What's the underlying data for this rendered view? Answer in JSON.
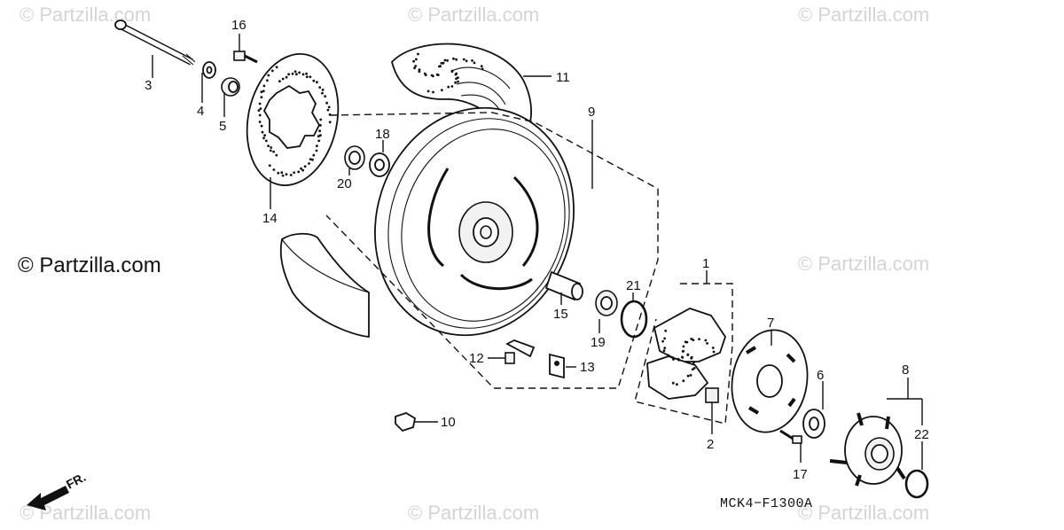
{
  "watermarks": {
    "main": "© Partzilla.com",
    "faint": "© Partzilla.com"
  },
  "diagram_code": "MCK4−F1300A",
  "direction_label": "FR.",
  "callouts": {
    "c1": "1",
    "c2": "2",
    "c3": "3",
    "c4": "4",
    "c5": "5",
    "c6": "6",
    "c7": "7",
    "c8": "8",
    "c9": "9",
    "c10": "10",
    "c11": "11",
    "c12": "12",
    "c13": "13",
    "c14": "14",
    "c15": "15",
    "c16": "16",
    "c17": "17",
    "c18": "18",
    "c19": "19",
    "c20": "20",
    "c21": "21",
    "c22": "22"
  }
}
